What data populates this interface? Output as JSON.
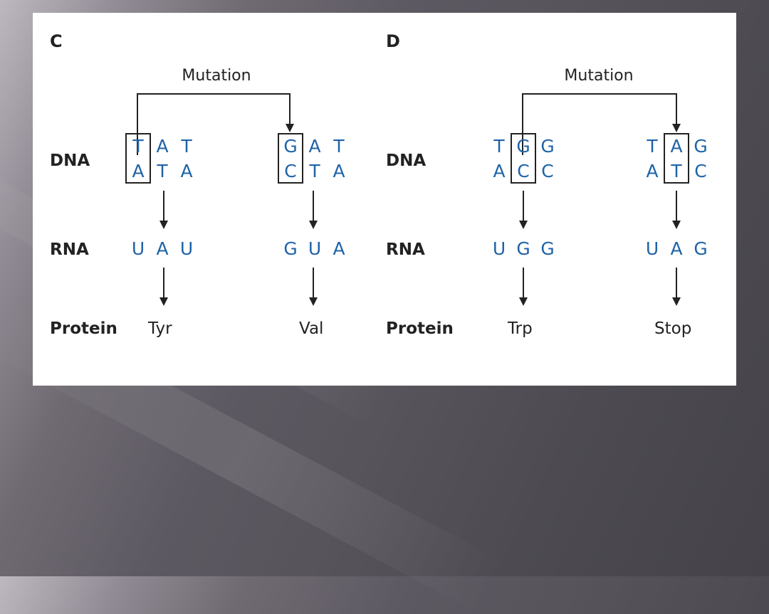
{
  "panels": [
    {
      "letter": "C",
      "mutation_label": "Mutation",
      "row_labels": {
        "dna": "DNA",
        "rna": "RNA",
        "protein": "Protein"
      },
      "original": {
        "dna_top": [
          "T",
          "A",
          "T"
        ],
        "dna_bottom": [
          "A",
          "T",
          "A"
        ],
        "rna": [
          "U",
          "A",
          "U"
        ],
        "protein": "Tyr",
        "boxed_position": 0
      },
      "mutant": {
        "dna_top": [
          "G",
          "A",
          "T"
        ],
        "dna_bottom": [
          "C",
          "T",
          "A"
        ],
        "rna": [
          "G",
          "U",
          "A"
        ],
        "protein": "Val",
        "boxed_position": 0
      }
    },
    {
      "letter": "D",
      "mutation_label": "Mutation",
      "row_labels": {
        "dna": "DNA",
        "rna": "RNA",
        "protein": "Protein"
      },
      "original": {
        "dna_top": [
          "T",
          "G",
          "G"
        ],
        "dna_bottom": [
          "A",
          "C",
          "C"
        ],
        "rna": [
          "U",
          "G",
          "G"
        ],
        "protein": "Trp",
        "boxed_position": 1
      },
      "mutant": {
        "dna_top": [
          "T",
          "A",
          "G"
        ],
        "dna_bottom": [
          "A",
          "T",
          "C"
        ],
        "rna": [
          "U",
          "A",
          "G"
        ],
        "protein": "Stop",
        "boxed_position": 1
      }
    }
  ],
  "colors": {
    "base": "#1f63a8",
    "text": "#222222",
    "panel_bg": "#ffffff"
  }
}
